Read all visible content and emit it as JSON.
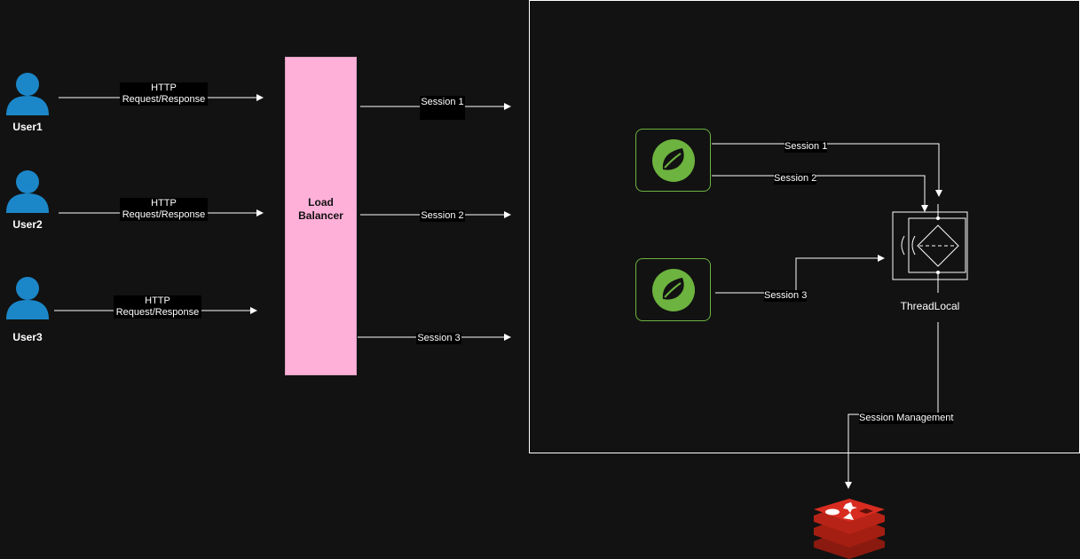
{
  "users": [
    {
      "name": "User1",
      "edge_label": "HTTP\nRequest/Response"
    },
    {
      "name": "User2",
      "edge_label": "HTTP\nRequest/Response"
    },
    {
      "name": "User3",
      "edge_label": "HTTP\nRequest/Response"
    }
  ],
  "load_balancer": {
    "label": "Load\nBalancer"
  },
  "lb_sessions": [
    "Session 1",
    "Session 2",
    "Session 3"
  ],
  "server_sessions": [
    "Session 1",
    "Session 2",
    "Session 3"
  ],
  "threadlocal": {
    "label": "ThreadLocal"
  },
  "session_management": {
    "label": "Session Management"
  },
  "icons": {
    "user": "user-icon",
    "app": "spring-leaf-icon",
    "threadlocal": "threadlocal-icon",
    "store": "redis-icon"
  },
  "colors": {
    "background": "#121212",
    "user": "#1b87c9",
    "load_balancer": "#ffb0d9",
    "spring_border": "#6db33f",
    "spring_leaf": "#6db33f",
    "redis": "#a41e11"
  }
}
